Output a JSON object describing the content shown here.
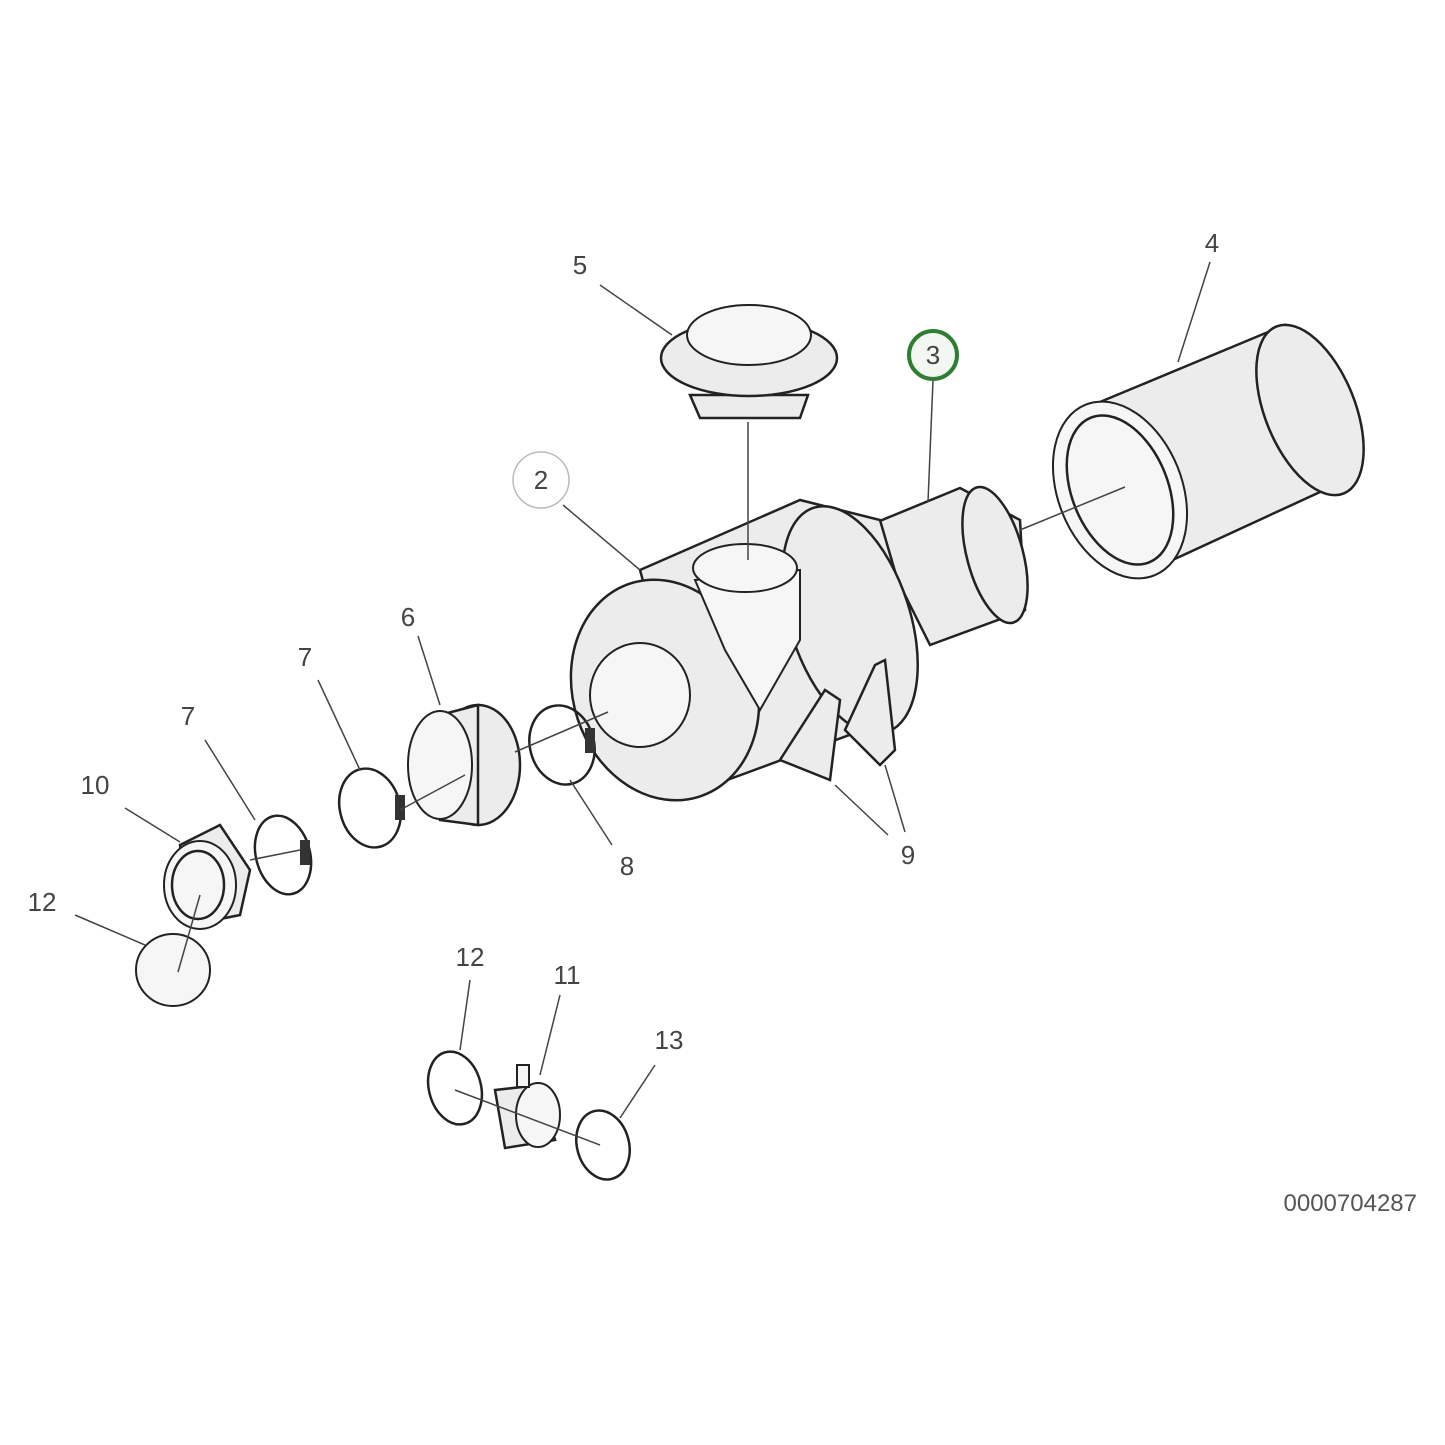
{
  "diagram": {
    "document_number": "0000704287",
    "highlight_color": "#2e7d32",
    "callouts": [
      {
        "id": "c5",
        "label": "5"
      },
      {
        "id": "c4",
        "label": "4"
      },
      {
        "id": "c3",
        "label": "3",
        "state": "selected"
      },
      {
        "id": "c2",
        "label": "2",
        "state": "circled"
      },
      {
        "id": "c6",
        "label": "6"
      },
      {
        "id": "c7a",
        "label": "7"
      },
      {
        "id": "c7b",
        "label": "7"
      },
      {
        "id": "c10",
        "label": "10"
      },
      {
        "id": "c12a",
        "label": "12"
      },
      {
        "id": "c8",
        "label": "8"
      },
      {
        "id": "c9",
        "label": "9"
      },
      {
        "id": "c12b",
        "label": "12"
      },
      {
        "id": "c11",
        "label": "11"
      },
      {
        "id": "c13",
        "label": "13"
      }
    ]
  }
}
